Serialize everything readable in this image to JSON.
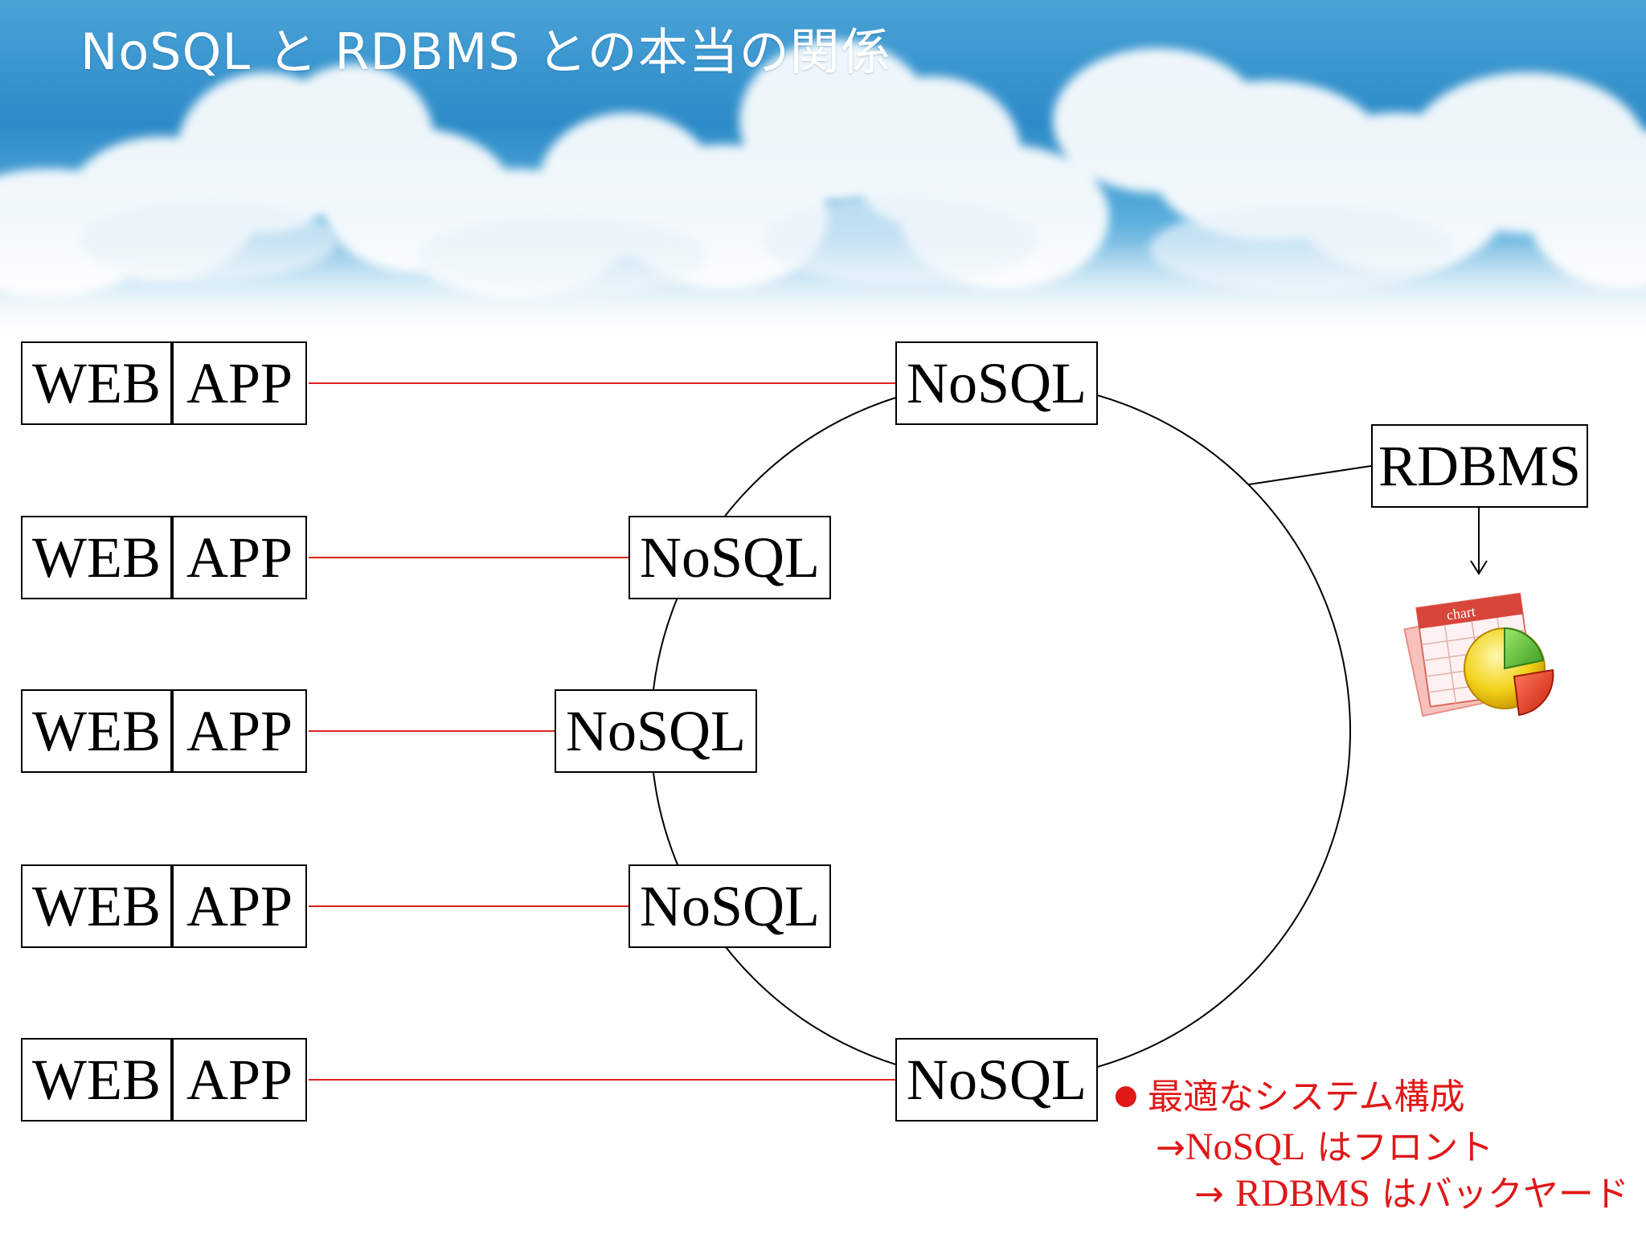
{
  "slide": {
    "title": "NoSQL と RDBMS との本当の関係"
  },
  "diagram": {
    "rows": [
      {
        "web_label": "WEB",
        "app_label": "APP",
        "nosql_label": "NoSQL"
      },
      {
        "web_label": "WEB",
        "app_label": "APP",
        "nosql_label": "NoSQL"
      },
      {
        "web_label": "WEB",
        "app_label": "APP",
        "nosql_label": "NoSQL"
      },
      {
        "web_label": "WEB",
        "app_label": "APP",
        "nosql_label": "NoSQL"
      },
      {
        "web_label": "WEB",
        "app_label": "APP",
        "nosql_label": "NoSQL"
      }
    ],
    "rdbms_label": "RDBMS",
    "chart_icon_text": "chart",
    "colors": {
      "connector": "#e02020",
      "ring": "#000000",
      "note": "#e01818"
    }
  },
  "note": {
    "bullet": "●",
    "line1": "最適なシステム構成",
    "line2_prefix": "→",
    "line2_nosql": "NoSQL",
    "line2_suffix": " はフロント",
    "line3_prefix": "→ ",
    "line3_rdbms": "RDBMS",
    "line3_suffix": " はバックヤード"
  }
}
